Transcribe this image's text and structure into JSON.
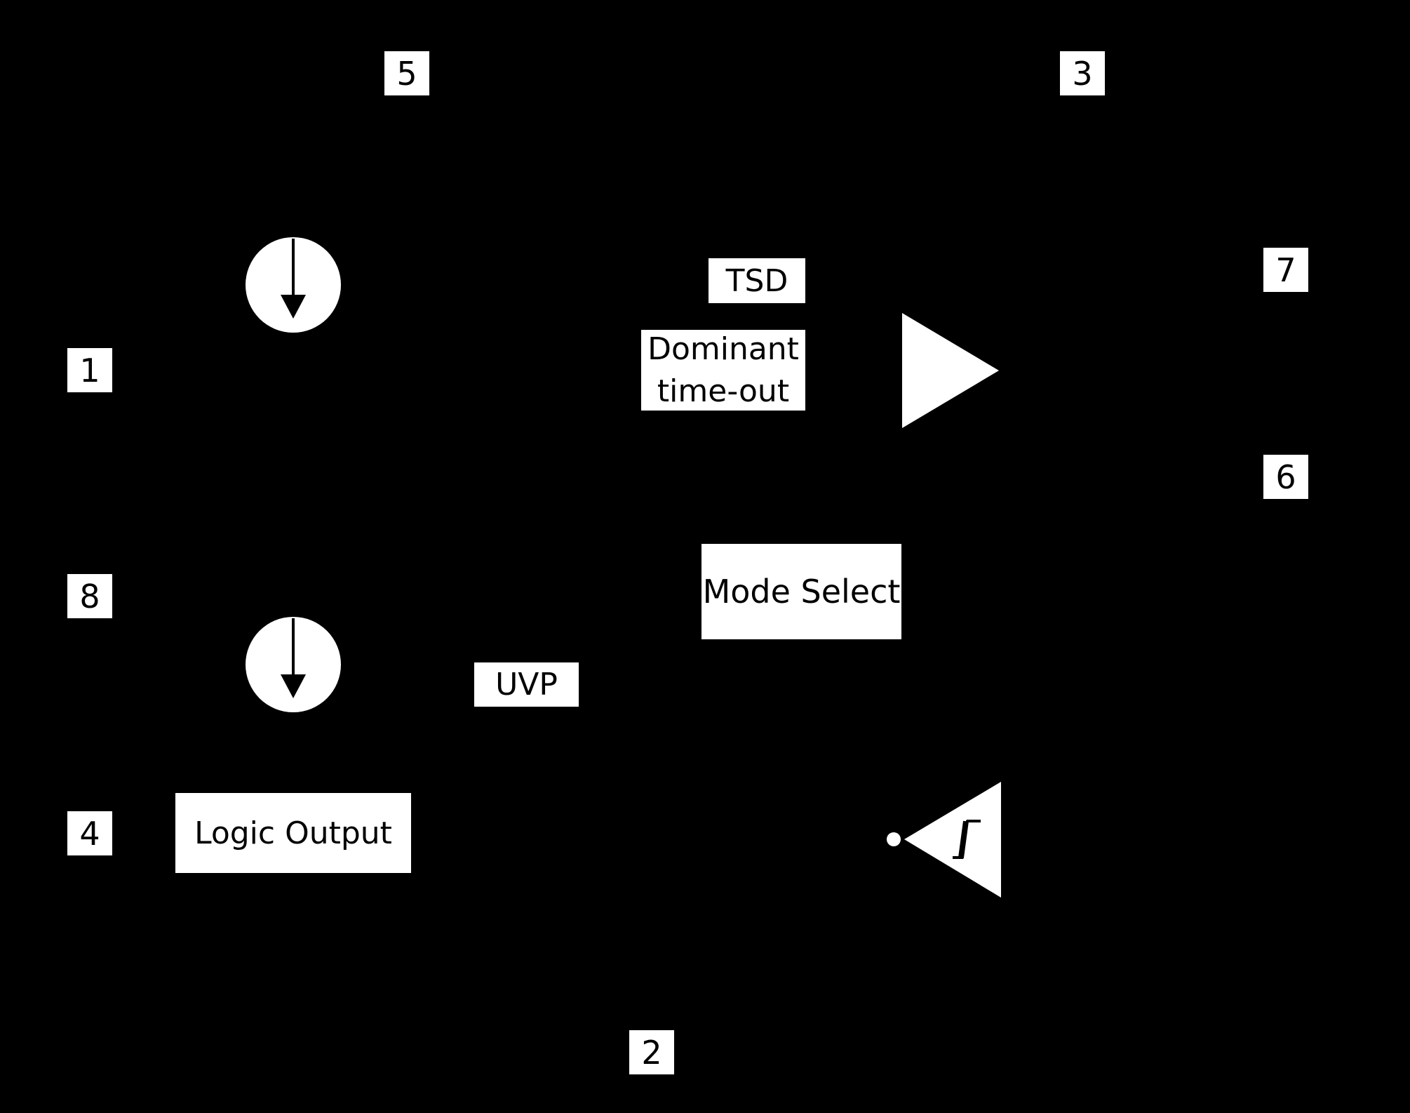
{
  "pins": {
    "p1": "1",
    "p2": "2",
    "p3": "3",
    "p4": "4",
    "p5": "5",
    "p6": "6",
    "p7": "7",
    "p8": "8"
  },
  "blocks": {
    "tsd": "TSD",
    "dominant_line1": "Dominant",
    "dominant_line2": "time-out",
    "mode_select": "Mode Select",
    "uvp": "UVP",
    "logic_output": "Logic Output"
  },
  "colors": {
    "background": "#000000",
    "foreground": "#ffffff",
    "text": "#000000"
  },
  "icons": {
    "current_source": "current-source-icon",
    "driver": "driver-triangle-icon",
    "receiver": "schmitt-trigger-receiver-icon"
  }
}
